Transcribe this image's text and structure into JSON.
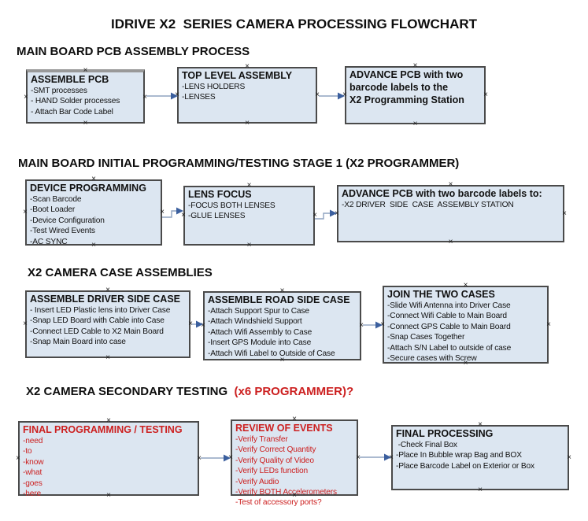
{
  "title": "IDRIVE X2  SERIES CAMERA PROCESSING FLOWCHART",
  "colors": {
    "box_fill": "#dce6f1",
    "box_border": "#4a4a4a",
    "red_text": "#cc2020",
    "connector_line": "#8fa3c0",
    "connector_arrowhead": "#3b5f9e",
    "text": "#111111"
  },
  "sections": [
    {
      "heading": "MAIN BOARD PCB ASSEMBLY PROCESS",
      "boxes": [
        {
          "title": "ASSEMBLE PCB",
          "items": [
            "-SMT processes",
            "- HAND Solder processes",
            "- Attach Bar Code Label"
          ]
        },
        {
          "title": "TOP LEVEL ASSEMBLY",
          "items": [
            "-LENS HOLDERS",
            "-LENSES"
          ]
        },
        {
          "title": "ADVANCE PCB with two\nbarcode labels to the\n X2 Programming Station",
          "items": []
        }
      ]
    },
    {
      "heading": "MAIN BOARD INITIAL PROGRAMMING/TESTING STAGE 1 (X2 PROGRAMMER)",
      "boxes": [
        {
          "title": "DEVICE PROGRAMMING",
          "items": [
            "-Scan Barcode",
            "-Boot Loader",
            "-Device Configuration",
            "-Test Wired Events",
            "-AC SYNC"
          ]
        },
        {
          "title": "LENS FOCUS",
          "items": [
            "-FOCUS BOTH LENSES",
            "-GLUE LENSES"
          ]
        },
        {
          "title": "ADVANCE PCB with two barcode labels to:",
          "items": [
            "-X2 DRIVER  SIDE  CASE  ASSEMBLY STATION"
          ]
        }
      ]
    },
    {
      "heading": "X2 CAMERA CASE ASSEMBLIES",
      "boxes": [
        {
          "title": "ASSEMBLE DRIVER SIDE CASE",
          "items": [
            "- Insert LED Plastic lens into Driver Case",
            "-Snap LED Board with Cable into Case",
            "-Connect LED Cable to X2 Main Board",
            "-Snap Main Board into case"
          ]
        },
        {
          "title": "ASSEMBLE ROAD SIDE CASE",
          "items": [
            "-Attach Support Spur to Case",
            "-Attach Windshield Support",
            "-Attach Wifi Assembly to Case",
            "-Insert GPS Module into Case",
            "-Attach Wifi Label to Outside of Case"
          ]
        },
        {
          "title": "JOIN THE TWO CASES",
          "items": [
            "-Slide Wifi Antenna into Driver Case",
            "-Connect Wifi Cable to Main Board",
            "-Connect GPS Cable to Main Board",
            "-Snap Cases Together",
            "-Attach S/N Label to outside of case",
            "-Secure cases with Screw"
          ]
        }
      ]
    },
    {
      "heading": "X2 CAMERA SECONDARY TESTING ",
      "heading_red": " (x6 PROGRAMMER)?",
      "boxes": [
        {
          "title": "FINAL PROGRAMMING / TESTING",
          "red": true,
          "items": [
            "-need",
            "-to",
            "-know",
            "-what",
            "-goes",
            "-here"
          ]
        },
        {
          "title": "REVIEW OF EVENTS",
          "red": true,
          "items": [
            "-Verify Transfer",
            "-Verify Correct Quantity",
            "-Verify Quality of Video",
            "-Verify LEDs function",
            "-Verify Audio",
            "-Verify BOTH Accelerometers",
            "-Test of accessory ports?"
          ]
        },
        {
          "title": "FINAL PROCESSING",
          "items": [
            " -Check Final Box",
            "-Place In Bubble wrap Bag and BOX",
            "-Place Barcode Label on Exterior or Box"
          ]
        }
      ]
    }
  ]
}
